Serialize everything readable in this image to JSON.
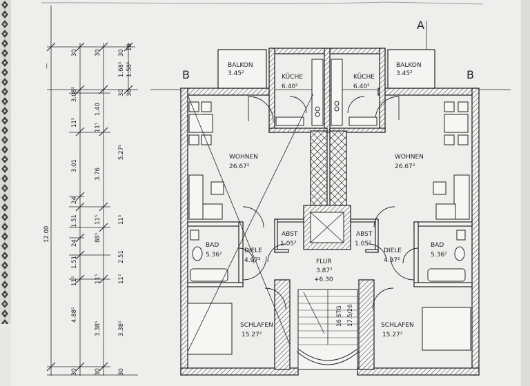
{
  "section_marks": {
    "a": "A",
    "b_left": "B",
    "b_right": "B"
  },
  "rooms": {
    "balkon_left": {
      "name": "BALKON",
      "area": "3.45²"
    },
    "balkon_right": {
      "name": "BALKON",
      "area": "3.45²"
    },
    "kueche_left": {
      "name": "KÜCHE",
      "area": "6.40²"
    },
    "kueche_right": {
      "name": "KÜCHE",
      "area": "6.40²"
    },
    "wohnen_left": {
      "name": "WOHNEN",
      "area": "26.67²"
    },
    "wohnen_right": {
      "name": "WOHNEN",
      "area": "26.67²"
    },
    "abst_left": {
      "name": "ABST",
      "area": "1.05²"
    },
    "abst_right": {
      "name": "ABST",
      "area": "1.05²"
    },
    "bad_left": {
      "name": "BAD",
      "area": "5.36²"
    },
    "bad_right": {
      "name": "BAD",
      "area": "5.36²"
    },
    "diele_left": {
      "name": "DIELE",
      "area": "4.97²"
    },
    "diele_right": {
      "name": "DIELE",
      "area": "4.97²"
    },
    "flur": {
      "name": "FLUR",
      "area": "3.87²",
      "level": "+6.30"
    },
    "schlafen_left": {
      "name": "SCHLAFEN",
      "area": "15.27²"
    },
    "schlafen_right": {
      "name": "SCHLAFEN",
      "area": "15.27²"
    }
  },
  "stair": {
    "label": "16 STG",
    "ratio": "17.5/26"
  },
  "dimensions": {
    "total": "12.00",
    "col1": [
      "30",
      "3.08⁵",
      "11⁵",
      "3.01",
      "24",
      "1.51",
      "24",
      "1.51",
      "11⁵",
      "4.88⁵",
      "30"
    ],
    "col2": [
      "30",
      "1.40",
      "11⁵",
      "3.76",
      "11⁵",
      "88⁵",
      "11⁵",
      "3.38⁵",
      "30"
    ],
    "col3": [
      "30",
      "1.68⁵",
      "30",
      "5.27⁵",
      "11⁵",
      "2.51",
      "11⁵",
      "3.38⁵",
      "30"
    ],
    "col4": [
      "10",
      "1.58⁵",
      "30"
    ]
  }
}
